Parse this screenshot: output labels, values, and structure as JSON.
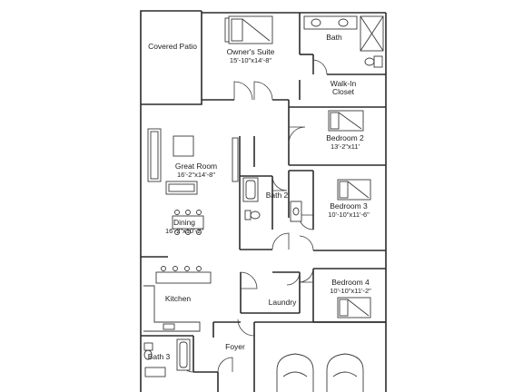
{
  "rooms": {
    "covered_patio": {
      "name": "Covered Patio"
    },
    "owners_suite": {
      "name": "Owner's Suite",
      "size": "15'-10\"x14'-8\""
    },
    "bath": {
      "name": "Bath"
    },
    "walk_in_closet": {
      "line1": "Walk-In",
      "line2": "Closet"
    },
    "great_room": {
      "name": "Great Room",
      "size": "16'-2\"x14'-8\""
    },
    "bedroom_2": {
      "name": "Bedroom 2",
      "size": "13'-2\"x11'"
    },
    "bath_2": {
      "name": "Bath 2"
    },
    "bedroom_3": {
      "name": "Bedroom 3",
      "size": "10'-10\"x11'-6\""
    },
    "dining": {
      "name": "Dining",
      "size": "16'-2\"x10'-2\""
    },
    "bedroom_4": {
      "name": "Bedroom 4",
      "size": "10'-10\"x11'-2\""
    },
    "kitchen": {
      "name": "Kitchen"
    },
    "laundry": {
      "name": "Laundry"
    },
    "foyer": {
      "name": "Foyer"
    },
    "bath_3": {
      "name": "Bath 3"
    }
  }
}
